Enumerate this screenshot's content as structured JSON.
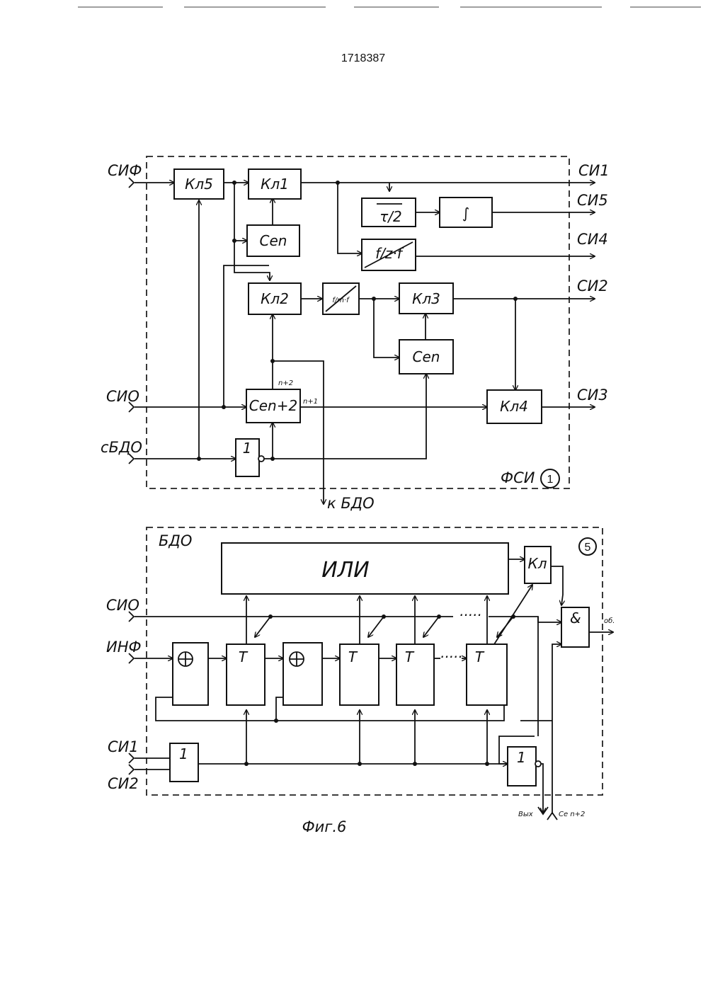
{
  "header": {
    "patent_number": "1718387"
  },
  "figure_caption": "Фиг.6",
  "fsi_block": {
    "name": "ФСИ",
    "number": "1",
    "inputs": {
      "sif": "СИФ",
      "si0": "СИО",
      "from_bdo": "сБДО"
    },
    "outputs": {
      "si1": "СИ1",
      "si5": "СИ5",
      "si4": "СИ4",
      "si2": "СИ2",
      "si3": "СИ3",
      "to_bdo": "к БДО"
    },
    "blocks": {
      "kl5": "Кл5",
      "kl1": "Кл1",
      "kl2": "Кл2",
      "kl3": "Кл3",
      "kl4": "Кл4",
      "cn_a": "Сеn",
      "cn_b": "Сеn",
      "cn2": "Сеn+2",
      "not1": "1",
      "delay_tau": "τ/2",
      "integrator": "∫",
      "freq_div_m": "f/m·f",
      "freq_div_z": "f/z·f"
    },
    "pin_labels": {
      "n2": "n+2",
      "n1": "n+1"
    }
  },
  "bdo_block": {
    "name": "БДО",
    "number": "5",
    "or_label": "ИЛИ",
    "inputs": {
      "si0": "СИО",
      "inf": "ИНФ",
      "si1": "СИ1",
      "si2": "СИ2"
    },
    "outputs": {
      "vyh": "Вых",
      "cn2": "Се n+2"
    },
    "blocks": {
      "kl": "Кл",
      "and": "&",
      "xor_symbol": "⊕",
      "trigger": "T",
      "or_inputs": "1",
      "not": "1"
    },
    "out_label": "об.",
    "ellipsis": "·····"
  }
}
